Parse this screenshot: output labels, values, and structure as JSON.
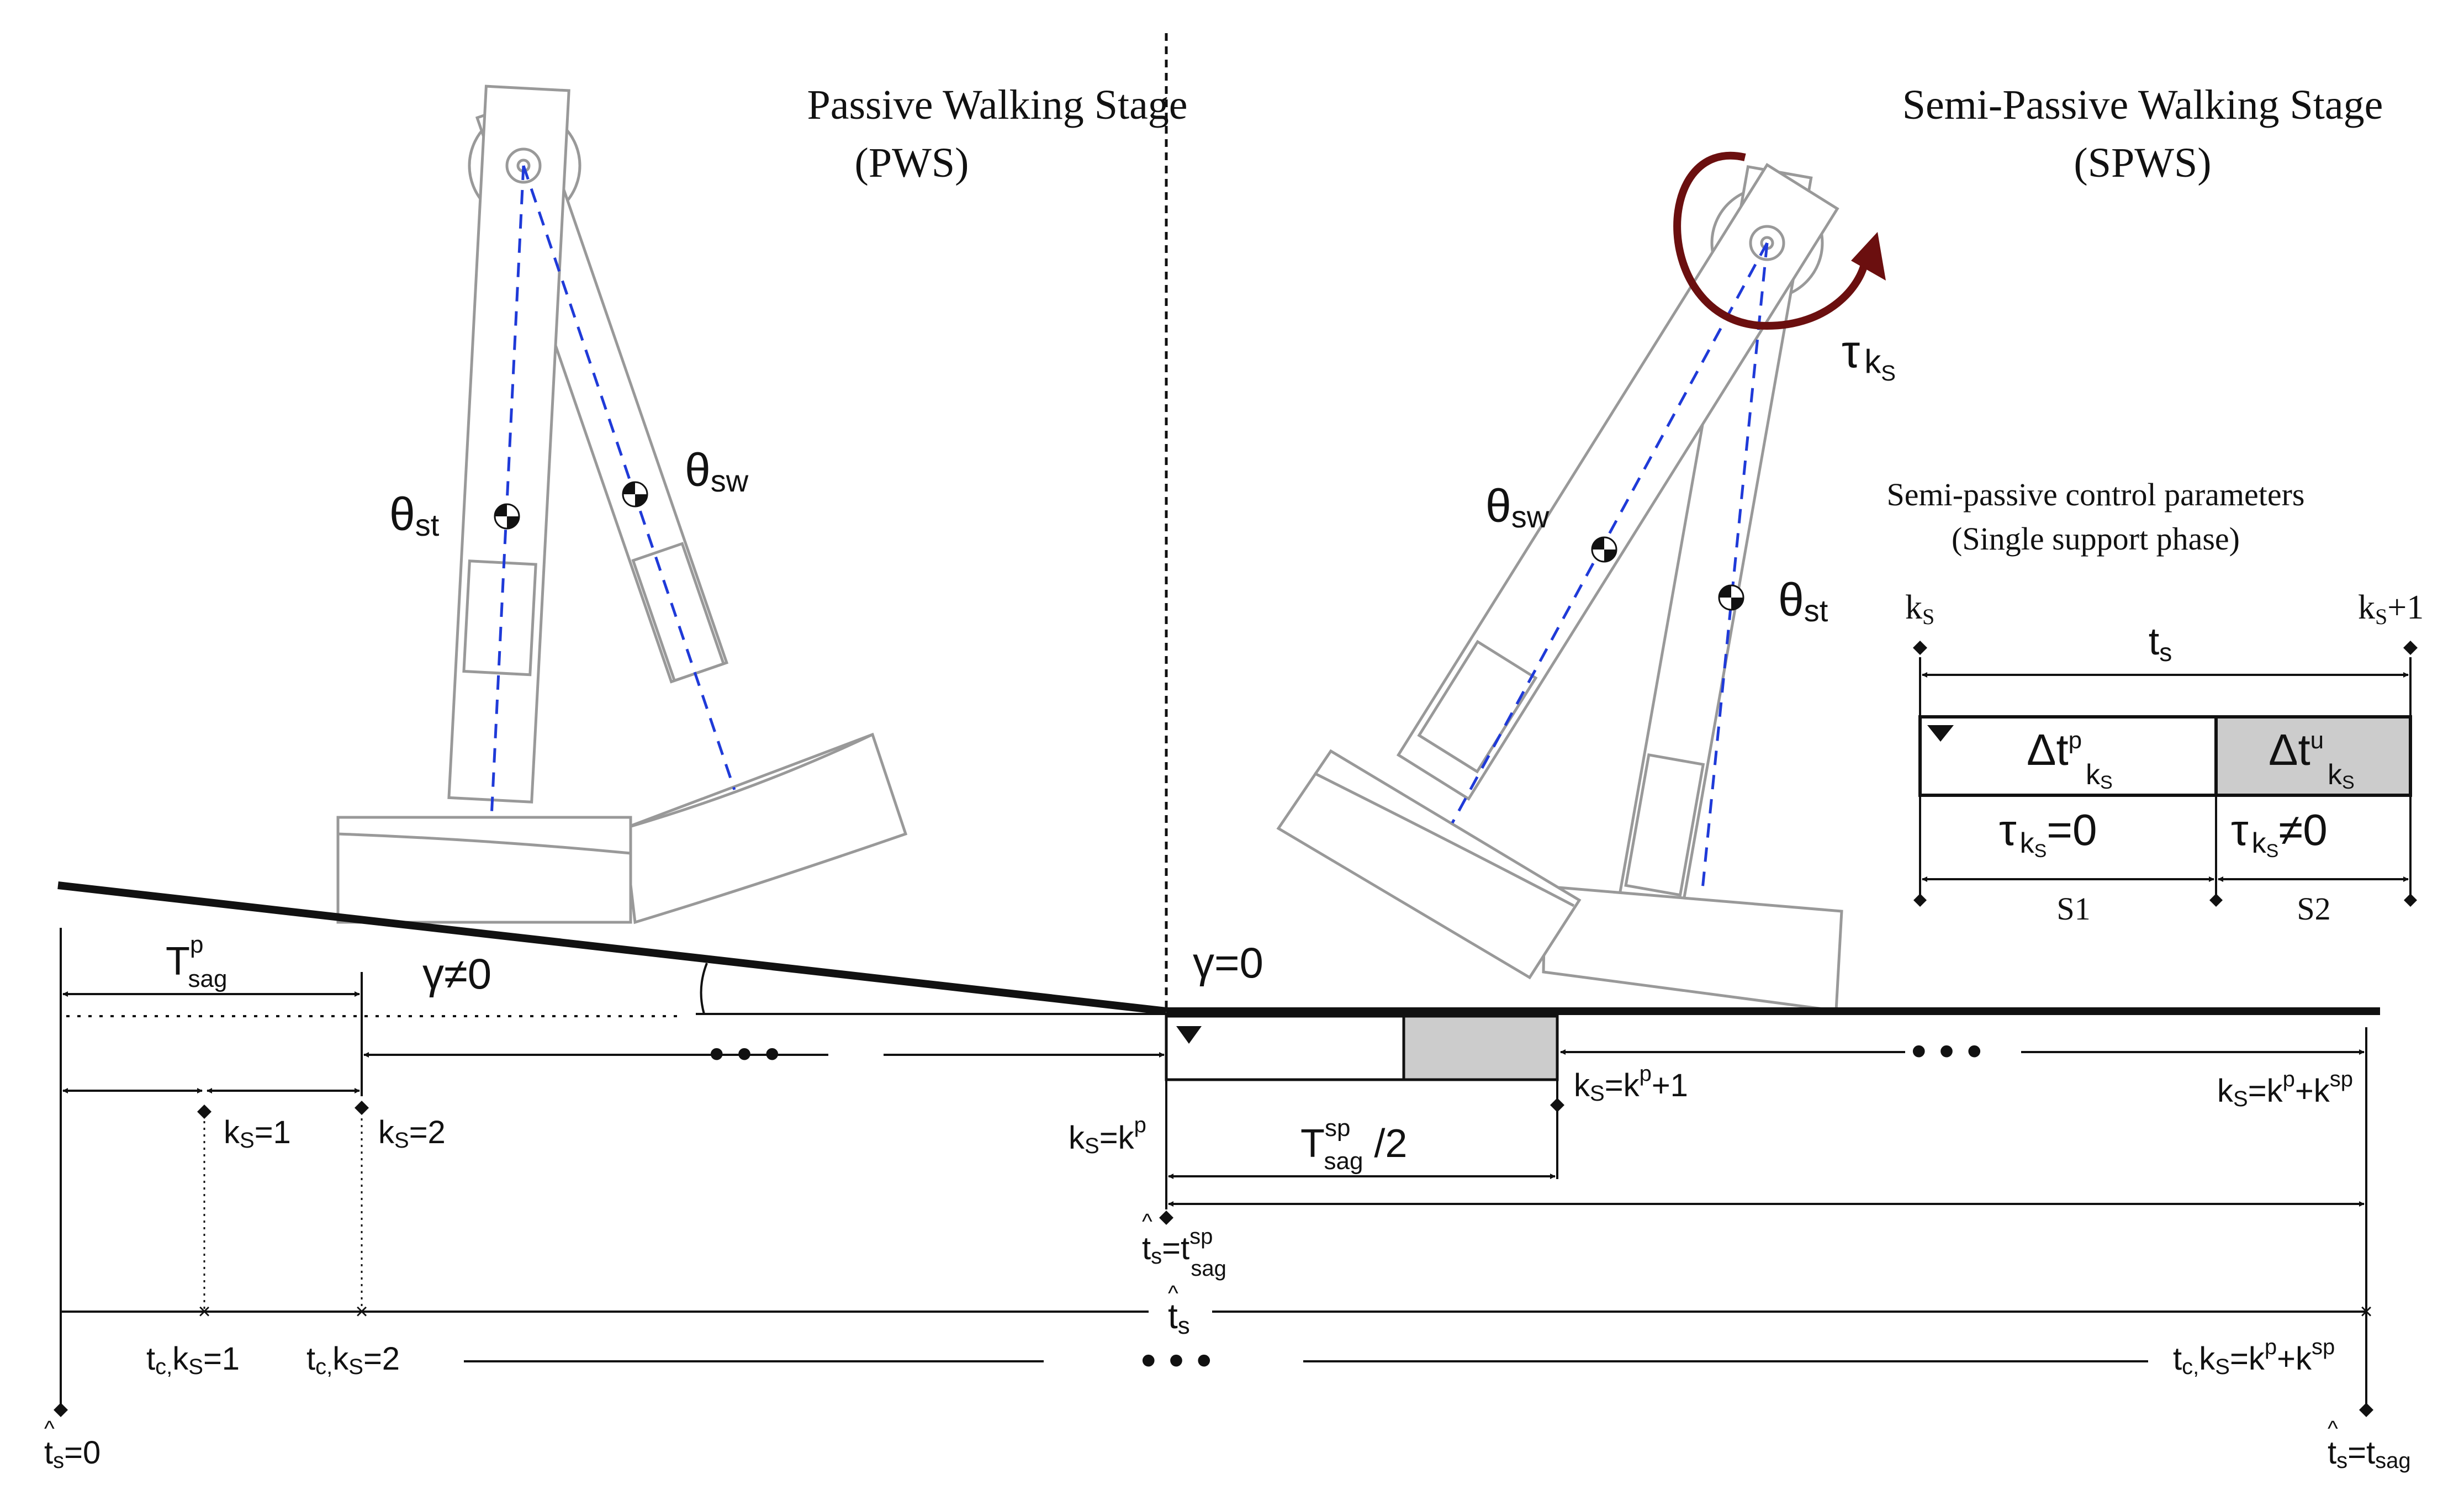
{
  "pws": {
    "title": "Passive Walking Stage",
    "abbr": "(PWS)"
  },
  "spws": {
    "title": "Semi-Passive Walking Stage",
    "abbr": "(SPWS)"
  },
  "angles": {
    "theta": "θ",
    "st": "st",
    "sw": "sw",
    "gamma_nonzero": "γ≠0",
    "gamma_zero": "γ=0"
  },
  "torque": {
    "tau": "τ",
    "k": "k",
    "s": "S"
  },
  "inset": {
    "title": "Semi-passive control parameters",
    "subtitle": "(Single support phase)",
    "k_start": "k",
    "k_start_sub": "S",
    "k_end": "k",
    "k_end_sub": "S",
    "k_end_suffix": "+1",
    "t_label": "t",
    "t_sub": "s",
    "delta": "Δt",
    "p_sup": "p",
    "u_sup": "u",
    "tau_zero": "=0",
    "tau_nonzero": "≠0",
    "s1": "S1",
    "s2": "S2"
  },
  "timeline": {
    "T": "T",
    "sag": "sag",
    "p": "p",
    "sp": "sp",
    "half": "/2",
    "ks1": "=1",
    "ks2": "=2",
    "eq": "=",
    "plus1": "+1",
    "plus": "+",
    "c": "c,",
    "t_hat": "t",
    "zero": "=0",
    "dots": "• • •"
  },
  "colors": {
    "line": "#111111",
    "robot": "#9a9a9a",
    "dashed": "#1f3ad8",
    "torque": "#6b0f0f",
    "shade": "#cccccc"
  }
}
